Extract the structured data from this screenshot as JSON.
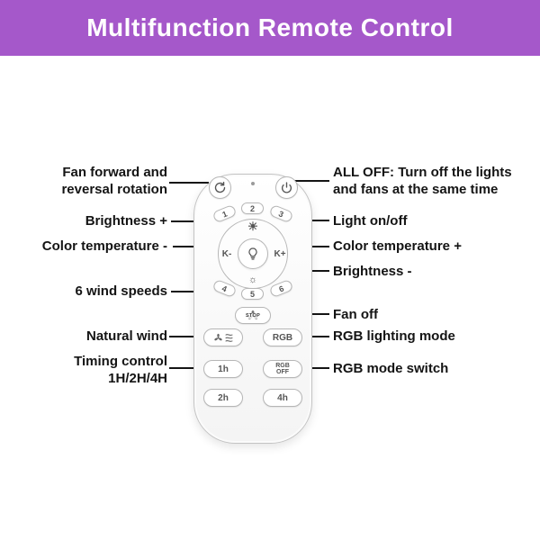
{
  "header": {
    "title": "Multifunction Remote Control",
    "bg_color": "#a558ca"
  },
  "colors": {
    "line": "#151515",
    "text": "#141414",
    "remote_border": "#c3c3c3",
    "button_text": "#555555"
  },
  "annotations": {
    "left": [
      "Fan forward and\nreversal rotation",
      "Brightness +",
      "Color temperature -",
      "6 wind speeds",
      "Natural wind",
      "Timing control\n1H/2H/4H"
    ],
    "right": [
      "ALL OFF: Turn off the lights\nand fans at the same time",
      "Light on/off",
      "Color temperature +",
      "Brightness -",
      "Fan off",
      "RGB lighting mode",
      "RGB mode switch"
    ]
  },
  "remote": {
    "numbers_top": [
      "1",
      "2",
      "3"
    ],
    "numbers_mid": [
      "4",
      "5",
      "6"
    ],
    "dial": {
      "left": "K-",
      "right": "K+"
    },
    "stop_label": "STOP",
    "grid": {
      "rgb": "RGB",
      "rgb_off": "RGB\nOFF",
      "t1h": "1h",
      "t2h": "2h",
      "t4h": "4h"
    }
  },
  "icons": {
    "fan_rotation": "rotate-arrow",
    "power": "power-symbol",
    "brightness_high": "☀",
    "brightness_low": "☼",
    "light_bulb": "bulb",
    "fan_stop": "fan",
    "natural_wind": "fan-with-wind"
  }
}
